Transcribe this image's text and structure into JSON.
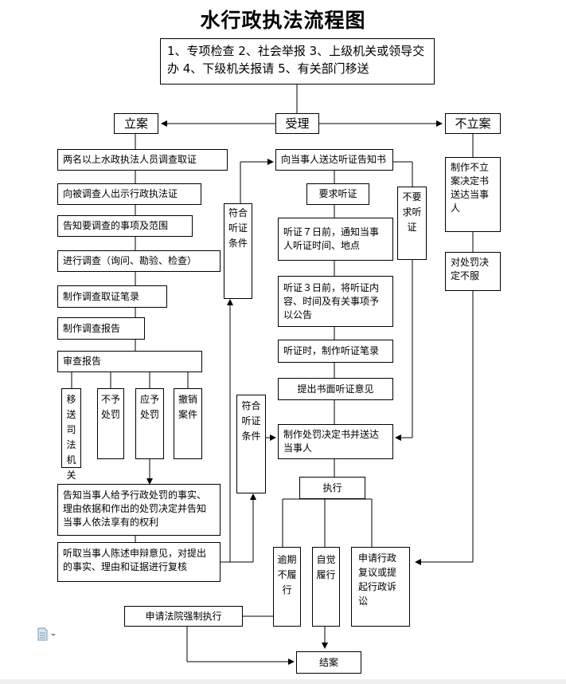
{
  "title": "水行政执法流程图",
  "sources": "1、专项检查 2、社会举报 3、上级机关或领导交办 4、下级机关报请 5、有关部门移送",
  "accept": "受理",
  "file_case": "立案",
  "no_case": "不立案",
  "left": {
    "s1": "两名以上水政执法人员调查取证",
    "s2": "向被调查人出示行政执法证",
    "s3": "告知要调查的事项及范围",
    "s4": "进行调查（询问、勘验、检查）",
    "s5": "制作调查取证笔录",
    "s6": "制作调查报告",
    "s7": "审查报告",
    "opt1": "移送司法机关",
    "opt2": "不予处罚",
    "opt3": "应予处罚",
    "opt4": "撤销案件",
    "notify": "告知当事人给予行政处罚的事实、理由依据和作出的处罚决定并告知当事人依法享有的权利",
    "defense": "听取当事人陈述申辩意见，对提出的事实、理由和证据进行复核"
  },
  "hearing_ok_1": "符合听证条件",
  "hearing_ok_2": "符合听证条件",
  "no_hearing": "不要求听证",
  "mid": {
    "h1": "向当事人送达听证告知书",
    "h2": "要求听证",
    "h3": "听证７日前，通知当事人听证时间、地点",
    "h4": "听证３日前，将听证内容、时间及有关事项予以公告",
    "h5": "听证时，制作听证笔录",
    "h6": "提出书面听证意见",
    "decision": "制作处罚决定书并送达当事人",
    "execute": "执行",
    "overdue": "逾期不履行",
    "voluntary": "自觉履行",
    "appeal": "申请行政复议或提起行政诉讼",
    "court": "申请法院强制执行",
    "close": "结案"
  },
  "right": {
    "no_case_doc": "制作不立案决定书送达当事人",
    "disagree": "对处罚决定不服"
  },
  "icons": {
    "doc": "document-icon"
  }
}
